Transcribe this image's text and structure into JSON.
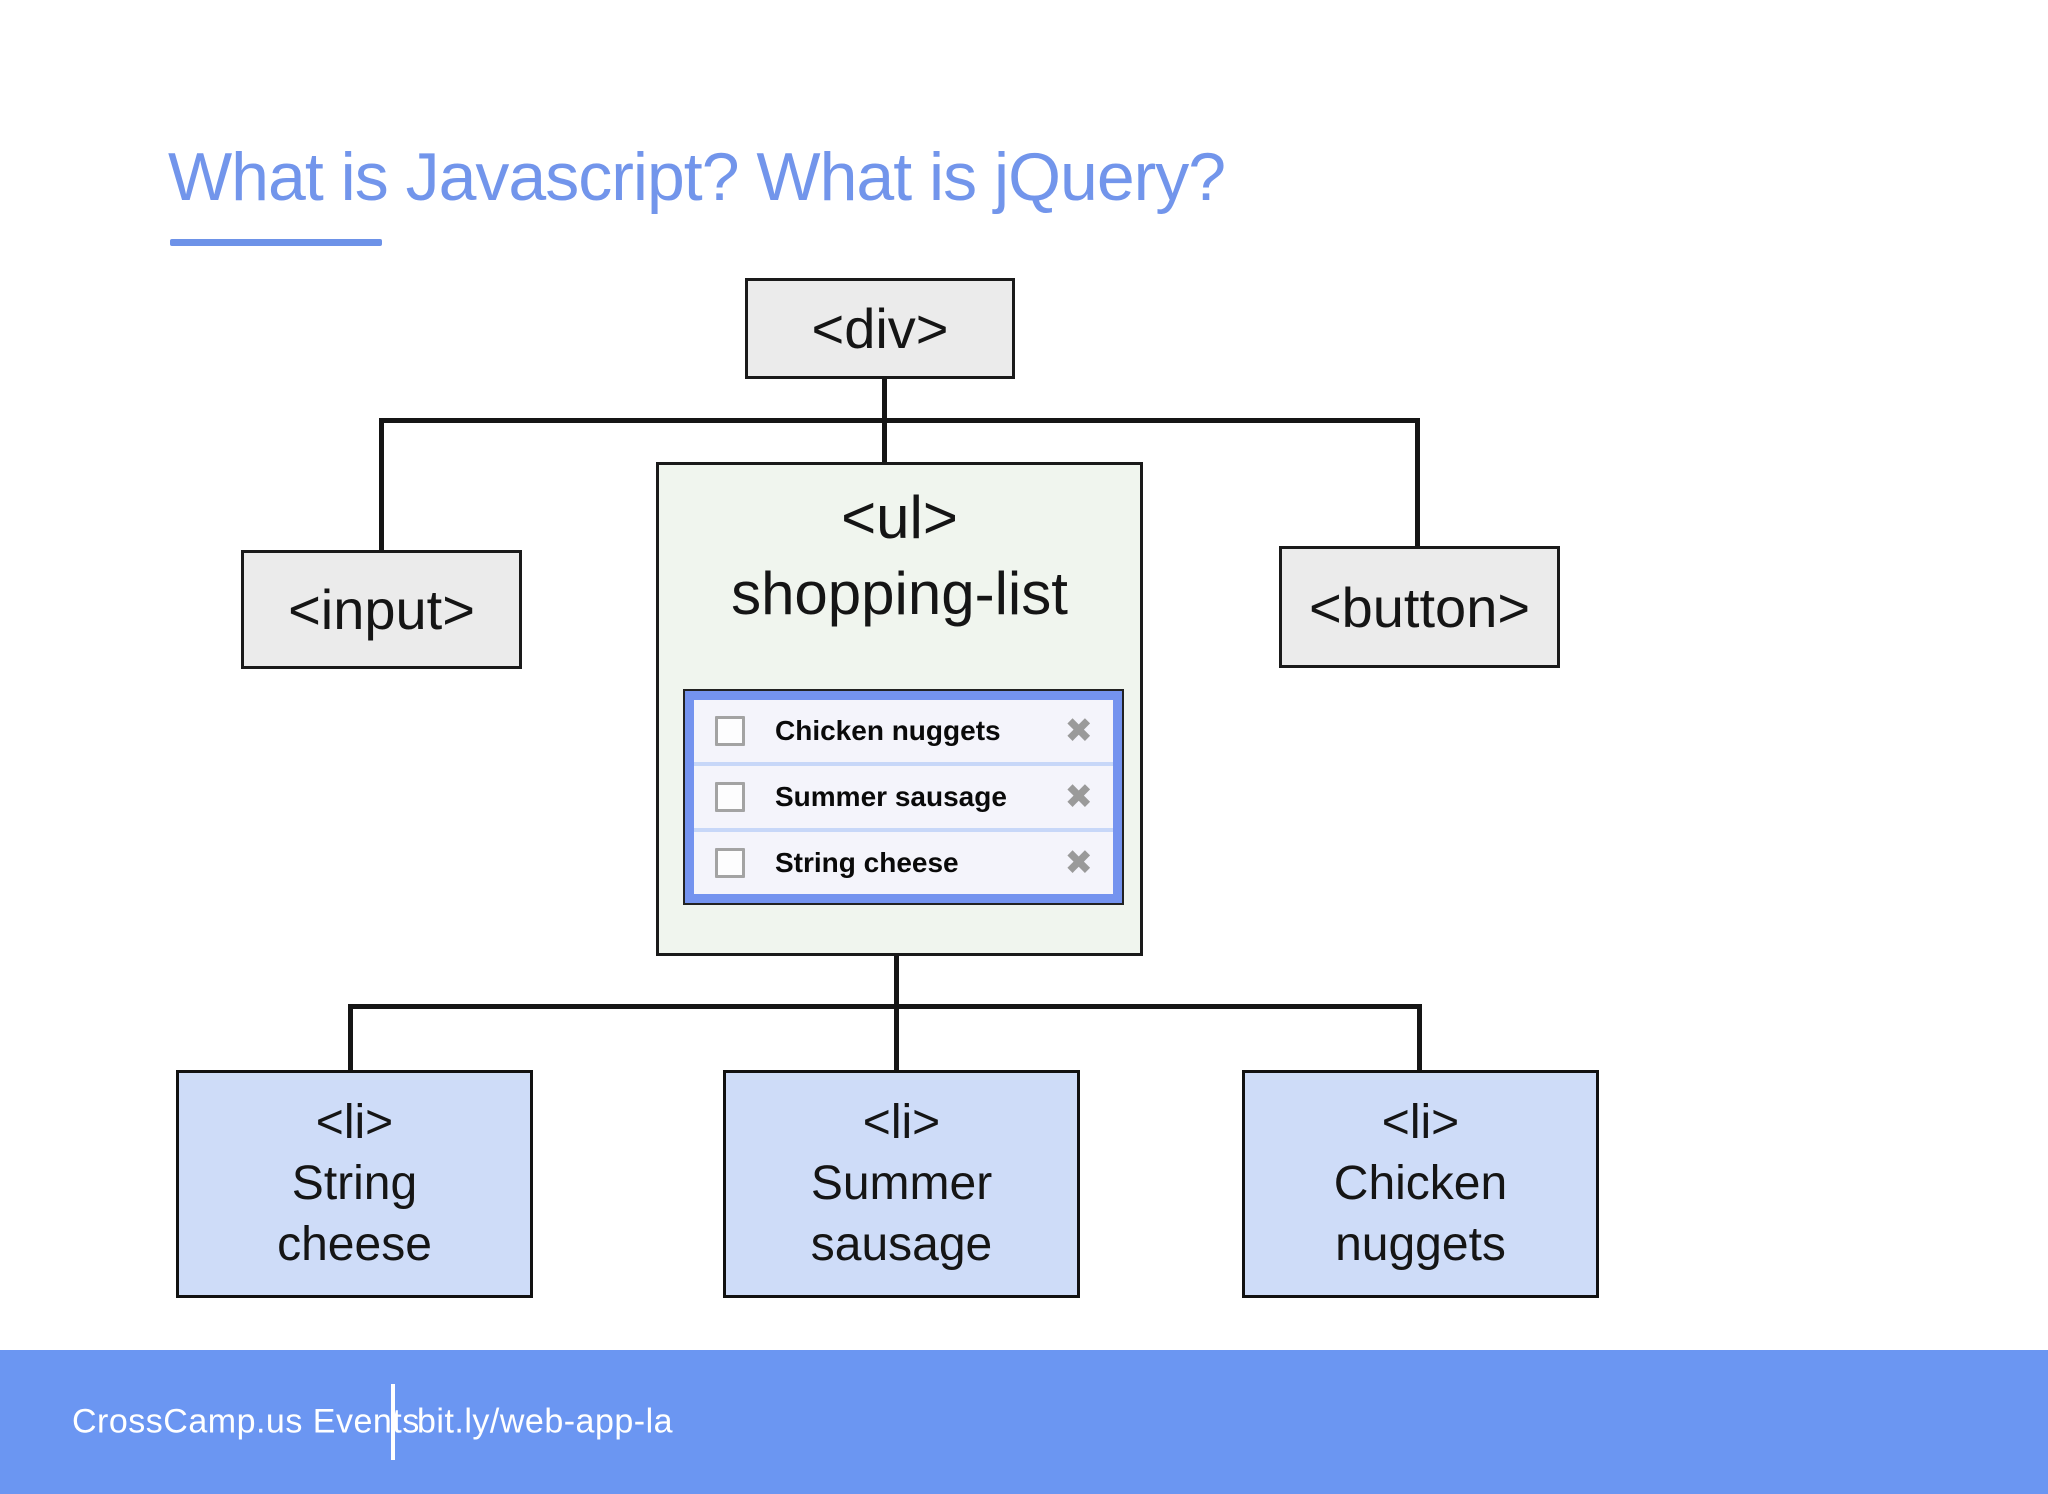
{
  "slide": {
    "title": "What is Javascript? What is jQuery?"
  },
  "tree": {
    "root": {
      "label": "<div>"
    },
    "input": {
      "label": "<input>"
    },
    "button": {
      "label": "<button>"
    },
    "ul": {
      "tag": "<ul>",
      "name": "shopping-list"
    },
    "li": [
      {
        "tag": "<li>",
        "line1": "String",
        "line2": "cheese"
      },
      {
        "tag": "<li>",
        "line1": "Summer",
        "line2": "sausage"
      },
      {
        "tag": "<li>",
        "line1": "Chicken",
        "line2": "nuggets"
      }
    ]
  },
  "widget": {
    "items": [
      {
        "label": "Chicken nuggets",
        "checked": false,
        "delete_icon": "✖"
      },
      {
        "label": "Summer sausage",
        "checked": false,
        "delete_icon": "✖"
      },
      {
        "label": "String cheese",
        "checked": false,
        "delete_icon": "✖"
      }
    ]
  },
  "footer": {
    "left": "CrossCamp.us Events",
    "right": "bit.ly/web-app-la"
  },
  "colors": {
    "title_blue": "#7295eb",
    "underline_blue": "#6d92e8",
    "node_gray": "#ebebeb",
    "ul_green": "#f0f5ee",
    "li_blue": "#cedcf8",
    "widget_frame_blue": "#7493ef",
    "widget_row_bg": "#f4f4fb",
    "widget_separator": "#c7d7f8",
    "footer_blue": "#6b96f2",
    "line_black": "#151515",
    "x_gray": "#9a9a9a",
    "border_dark": "#1a1a1a"
  }
}
